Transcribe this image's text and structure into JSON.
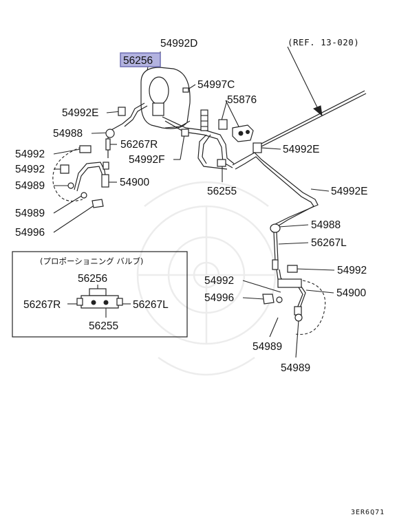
{
  "labels": {
    "p54992D": "54992D",
    "p56256_highlight": "56256",
    "p54997C": "54997C",
    "p55876": "55876",
    "p54992E_left": "54992E",
    "p54988_left": "54988",
    "p56267R": "56267R",
    "p54992F": "54992F",
    "p54992_a": "54992",
    "p54992_b": "54992",
    "p54989_a": "54989",
    "p54900_left": "54900",
    "p54989_b": "54989",
    "p54996_left": "54996",
    "p54992E_mid": "54992E",
    "p56255": "56255",
    "p54992E_right": "54992E",
    "p54988_right": "54988",
    "p56267L": "56267L",
    "p54992_right": "54992",
    "p54992_c": "54992",
    "p54900_right": "54900",
    "p54996_right": "54996",
    "p54989_c": "54989",
    "p54989_d": "54989"
  },
  "reference": "(REF. 13-020)",
  "inset": {
    "title": "(プロポーショニング バルブ)",
    "p56256": "56256",
    "p56267R": "56267R",
    "p56267L": "56267L",
    "p56255": "56255"
  },
  "diagram_code": "3ER6Q71",
  "colors": {
    "highlight_fill": "#b3b3e0",
    "highlight_border": "#6f6fb4",
    "line": "#222222"
  }
}
